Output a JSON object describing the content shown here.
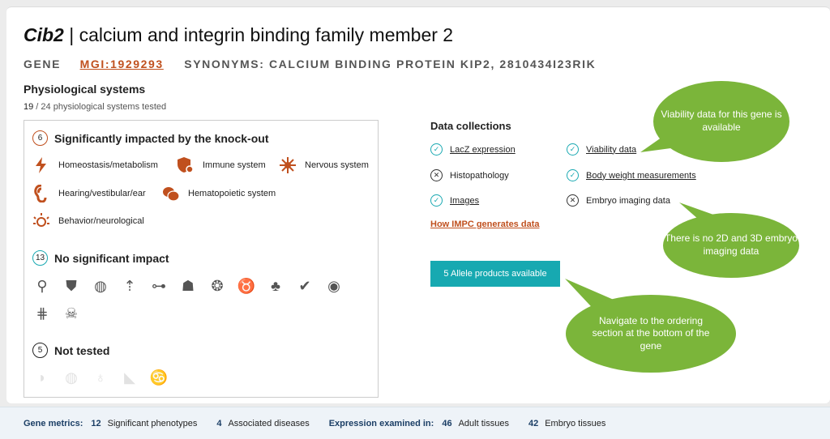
{
  "gene": {
    "symbol": "Cib2",
    "name": "| calcium and integrin binding family member 2",
    "label": "GENE",
    "mgi_id": "MGI:1929293",
    "synonyms": "SYNONYMS: CALCIUM BINDING PROTEIN KIP2, 2810434I23RIK"
  },
  "physiological": {
    "title": "Physiological systems",
    "tested_count": "19",
    "tested_suffix": " / 24 physiological systems tested",
    "significant": {
      "count": "6",
      "title": "Significantly impacted by the knock-out",
      "items": [
        {
          "label": "Homeostasis/metabolism",
          "icon": "lightning-icon"
        },
        {
          "label": "Immune system",
          "icon": "shield-icon"
        },
        {
          "label": "Nervous system",
          "icon": "neuron-icon"
        },
        {
          "label": "Hearing/vestibular/ear",
          "icon": "ear-icon"
        },
        {
          "label": "Hematopoietic system",
          "icon": "blood-cells-icon"
        },
        {
          "label": "Behavior/neurological",
          "icon": "behavior-icon"
        }
      ]
    },
    "no_impact": {
      "count": "13",
      "title": "No significant impact"
    },
    "not_tested": {
      "count": "5",
      "title": "Not tested"
    }
  },
  "data_collections": {
    "title": "Data collections",
    "items": [
      {
        "label": "LacZ expression",
        "available": true
      },
      {
        "label": "Viability data",
        "available": true
      },
      {
        "label": "Histopathology",
        "available": false
      },
      {
        "label": "Body weight measurements",
        "available": true
      },
      {
        "label": "Images",
        "available": true
      },
      {
        "label": "Embryo imaging data",
        "available": false
      }
    ],
    "how_link": "How IMPC generates data",
    "allele_button": "5 Allele products available"
  },
  "footer": {
    "metrics_label": "Gene metrics:",
    "sig_count": "12",
    "sig_text": "Significant phenotypes",
    "dis_count": "4",
    "dis_text": "Associated diseases",
    "expr_label": "Expression examined in:",
    "adult_count": "46",
    "adult_text": "Adult tissues",
    "embryo_count": "42",
    "embryo_text": "Embryo tissues"
  },
  "callouts": {
    "viability": "Viability data for this gene is available",
    "embryo": "There is no 2D and 3D embryo imaging data",
    "ordering": "Navigate to the ordering section at the bottom of the gene"
  },
  "colors": {
    "accent_orange": "#c0501e",
    "teal": "#17a9b1",
    "callout_green": "#7bb53a",
    "footer_blue": "#1c3f66"
  }
}
